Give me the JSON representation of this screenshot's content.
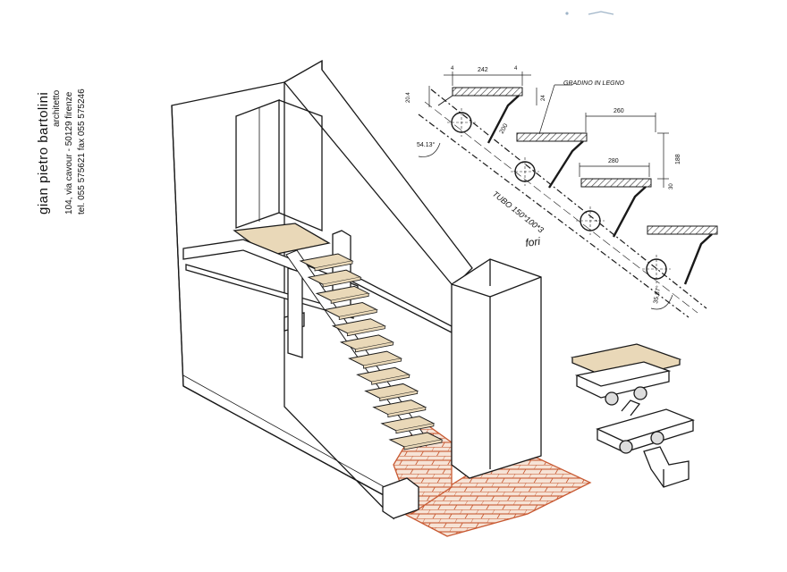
{
  "title_block": {
    "name": "gian pietro bartolini",
    "role": "architetto",
    "address": "104, via cavour - 50129 firenze",
    "phone": "tel. 055 575621 fax 055 575246"
  },
  "detail": {
    "label_step": "GRADINO IN LEGNO",
    "label_tube": "TUBO 150*100*3",
    "label_holes": "fori",
    "dim_242": "242",
    "dim_4a": "4",
    "dim_4b": "4",
    "dim_204": "20.4",
    "dim_24": "24",
    "dim_200": "200",
    "dim_260": "260",
    "dim_280": "280",
    "dim_188": "188",
    "dim_30": "30",
    "angle_1": "54.13°",
    "angle_2": "35.87°"
  },
  "colors": {
    "line": "#1a1a1a",
    "wood": "#e9d8b8",
    "brick": "#c85a33",
    "hatch": "#333333"
  }
}
